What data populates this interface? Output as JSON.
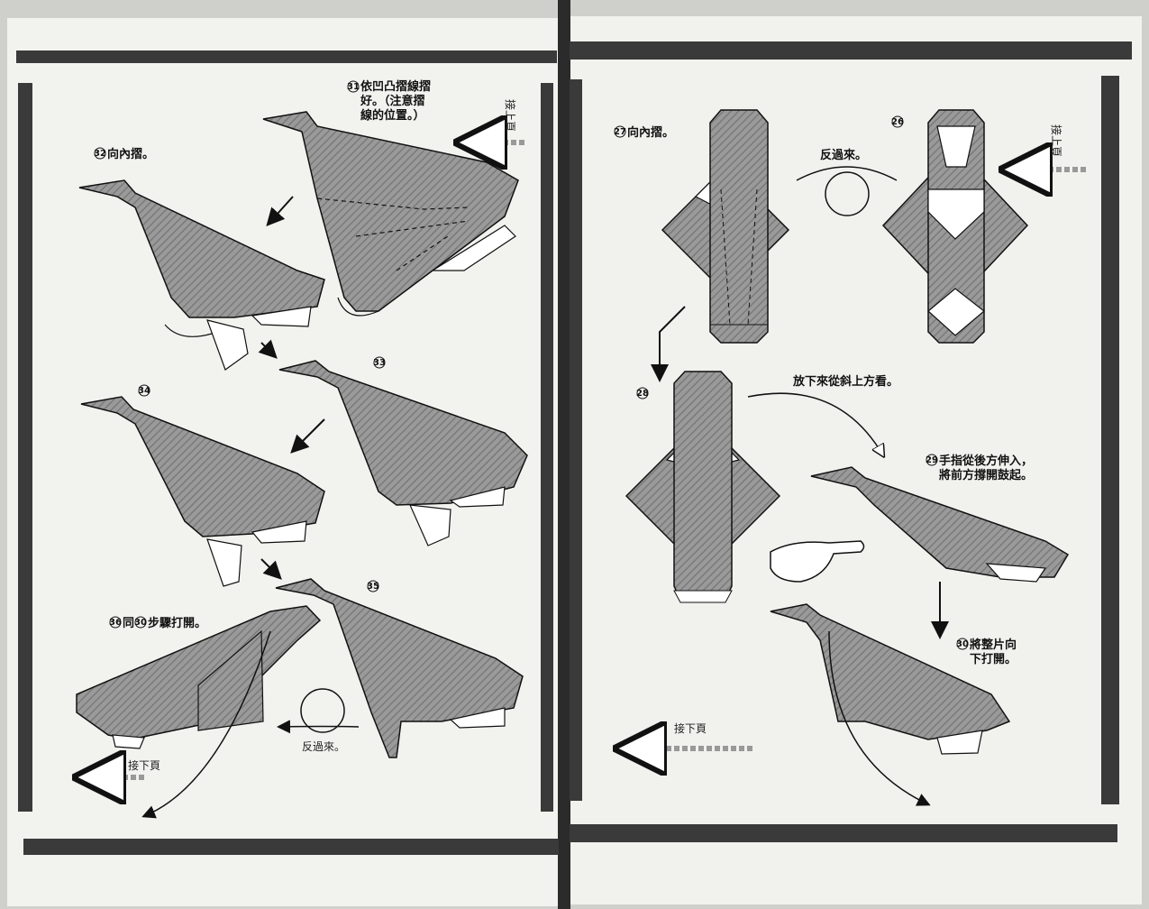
{
  "left_page": {
    "continue_prev": "接上頁",
    "continue_next": "接下頁",
    "flip_label": "反過來。",
    "steps": [
      {
        "num": "31",
        "text_lines": [
          "依凹凸摺線摺",
          "好。（注意摺",
          "線的位置。）"
        ]
      },
      {
        "num": "32",
        "text_lines": [
          "向內摺。"
        ]
      },
      {
        "num": "33",
        "text_lines": [
          ""
        ]
      },
      {
        "num": "34",
        "text_lines": [
          ""
        ]
      },
      {
        "num": "35",
        "text_lines": [
          ""
        ]
      },
      {
        "num": "36",
        "text_lines": [
          "同",
          "步驟打開。"
        ],
        "ref": "30"
      }
    ]
  },
  "right_page": {
    "continue_prev": "接上頁",
    "continue_next": "接下頁",
    "flip_label": "反過來。",
    "lay_down_label": "放下來從斜上方看。",
    "steps": [
      {
        "num": "26",
        "text_lines": [
          ""
        ]
      },
      {
        "num": "27",
        "text_lines": [
          "向內摺。"
        ]
      },
      {
        "num": "28",
        "text_lines": [
          ""
        ]
      },
      {
        "num": "29",
        "text_lines": [
          "手指從後方伸入，",
          "將前方撐開鼓起。"
        ]
      },
      {
        "num": "30",
        "text_lines": [
          "將整片向",
          "下打開。"
        ]
      }
    ]
  },
  "colors": {
    "paper": "#f2f2ef",
    "gutter": "#2b2b2b",
    "shade": "#8e8e8e",
    "bar": "#3a3a3a"
  }
}
